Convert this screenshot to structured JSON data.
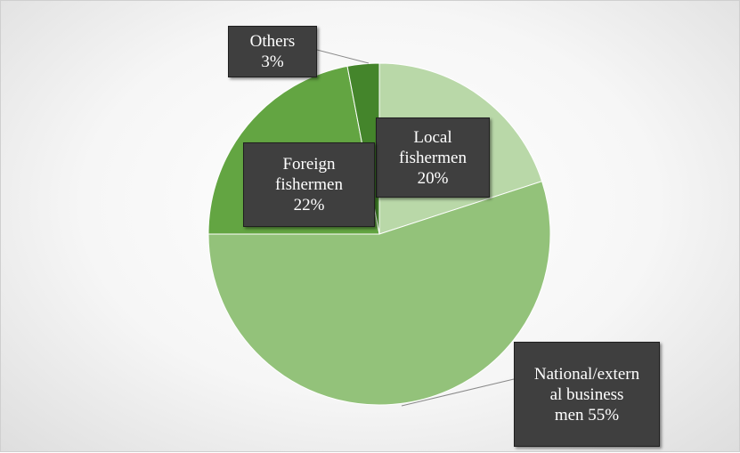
{
  "chart_data": {
    "type": "pie",
    "title": "",
    "slices": [
      {
        "name": "Local fishermen",
        "value": 20,
        "label_lines": [
          "Local",
          "fishermen",
          "20%"
        ],
        "color": "#b9d8a8"
      },
      {
        "name": "National/external business men",
        "value": 55,
        "label_lines": [
          "National/extern",
          "al business",
          "men 55%"
        ],
        "color": "#93c27a"
      },
      {
        "name": "Foreign fishermen",
        "value": 22,
        "label_lines": [
          "Foreign",
          "fishermen",
          "22%"
        ],
        "color": "#63a542"
      },
      {
        "name": "Others",
        "value": 3,
        "label_lines": [
          "Others",
          "3%"
        ],
        "color": "#44852b"
      }
    ],
    "legend": "none",
    "data_labels": "callout boxes"
  }
}
